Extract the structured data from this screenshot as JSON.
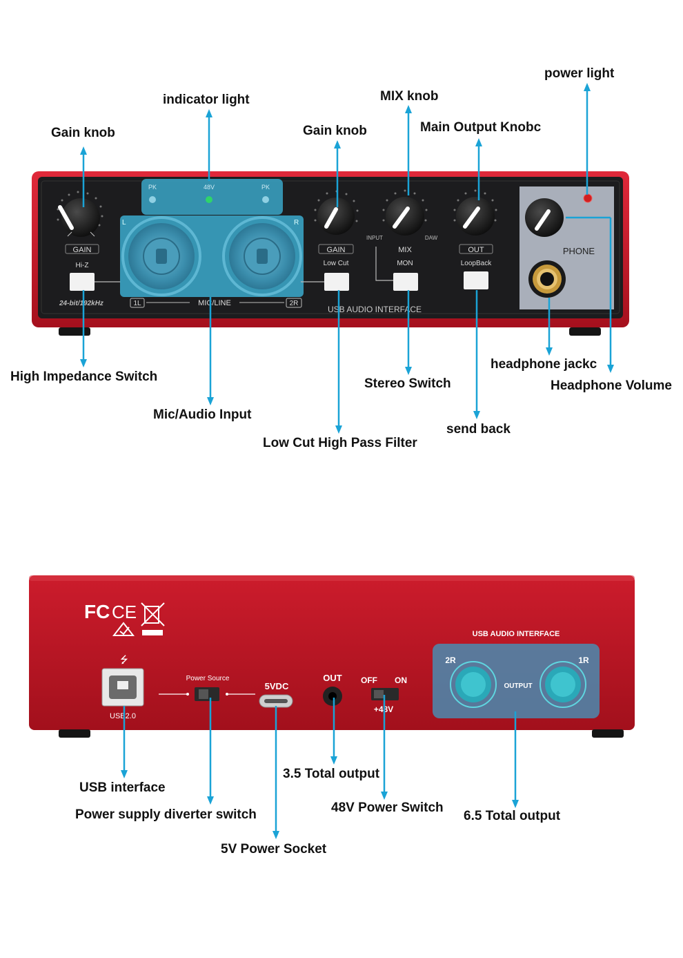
{
  "front": {
    "annotations": {
      "power_light": "power light",
      "indicator_light": "indicator light",
      "mix_knob": "MIX knob",
      "gain_knob_left": "Gain knob",
      "gain_knob_right": "Gain knob",
      "main_output_knob": "Main Output Knobc",
      "high_impedance_switch": "High Impedance Switch",
      "mic_audio_input": "Mic/Audio Input",
      "low_cut_filter": "Low Cut High Pass Filter",
      "stereo_switch": "Stereo Switch",
      "send_back": "send back",
      "headphone_jack": "headphone jackc",
      "headphone_volume": "Headphone Volume"
    },
    "panel": {
      "gain": "GAIN",
      "hi_z": "Hi-Z",
      "pk_left": "PK",
      "phantom": "48V",
      "pk_right": "PK",
      "l": "L",
      "r": "R",
      "gain2": "GAIN",
      "low_cut": "Low Cut",
      "input": "INPUT",
      "mix": "MIX",
      "daw": "DAW",
      "mon": "MON",
      "out": "OUT",
      "loopback": "LoopBack",
      "phone": "PHONE",
      "bit_rate": "24-bit/192kHz",
      "ch1": "1L",
      "mic_line": "MIC/LINE",
      "ch2": "2R",
      "usb_audio_interface": "USB AUDIO INTERFACE"
    }
  },
  "back": {
    "annotations": {
      "usb_interface": "USB interface",
      "power_supply_switch": "Power supply diverter switch",
      "power_socket": "5V Power Socket",
      "total_output_35": "3.5 Total output",
      "power_switch_48v": "48V Power Switch",
      "total_output_65": "6.5 Total output"
    },
    "panel": {
      "fc": "FC",
      "ce": "CE",
      "usb": "USB2.0",
      "power_source": "Power Source",
      "vdc": "5VDC",
      "out": "OUT",
      "off": "OFF",
      "on": "ON",
      "plus48v": "+48V",
      "usb_audio_interface": "USB AUDIO INTERFACE",
      "out_2r": "2R",
      "out_1r": "1R",
      "output": "OUTPUT"
    }
  },
  "colors": {
    "accent_blue": "#1aa3d6",
    "chassis_red": "#c8192a",
    "panel_black": "#1c1c1e",
    "highlight_blue": "#3aa6c8"
  }
}
